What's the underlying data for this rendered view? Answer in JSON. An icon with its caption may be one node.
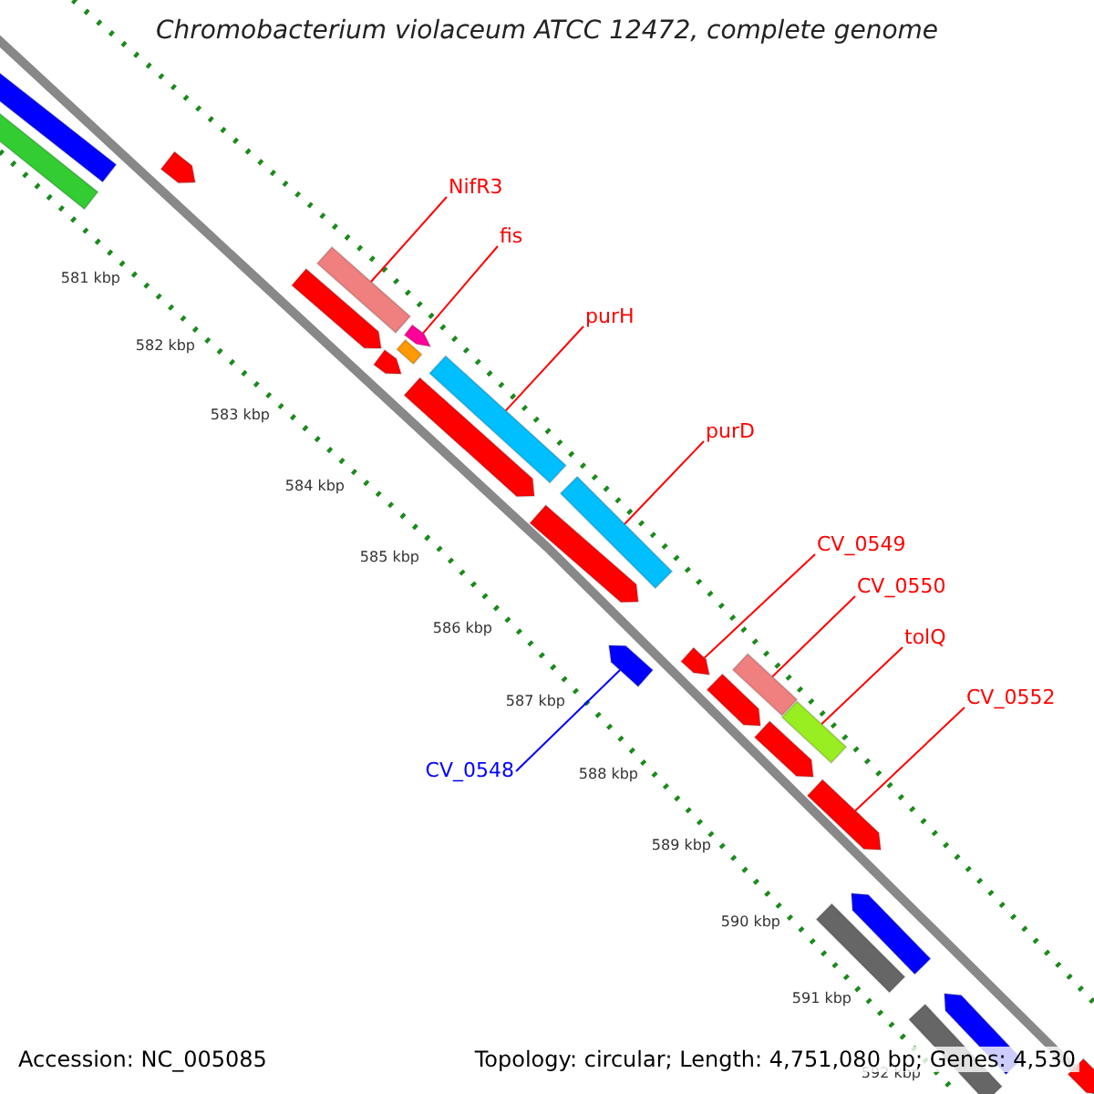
{
  "diagram": {
    "title": "Chromobacterium violaceum ATCC 12472, complete genome",
    "nodes": [
      {
        "text": [
          "NifR3"
        ]
      },
      {
        "text": [
          "fis"
        ]
      },
      {
        "text": [
          "purH"
        ]
      },
      {
        "text": [
          "purD"
        ]
      },
      {
        "text": [
          "CV_0549"
        ]
      },
      {
        "text": [
          "CV_0550"
        ]
      },
      {
        "text": [
          "tolQ"
        ]
      },
      {
        "text": [
          "CV_0552"
        ]
      },
      {
        "text": [
          "CV_0548"
        ]
      },
      {
        "text": [],
        "shape": "bar"
      },
      {
        "text": [],
        "shape": "bar"
      },
      {
        "text": [],
        "shape": "bar"
      },
      {
        "text": [],
        "shape": "bar"
      },
      {
        "text": [],
        "shape": "bar"
      },
      {
        "text": [],
        "shape": "bar"
      },
      {
        "text": [],
        "shape": "bar"
      },
      {
        "text": [],
        "shape": "bar"
      },
      {
        "text": [],
        "shape": "bar"
      },
      {
        "text": [],
        "shape": "bar"
      },
      {
        "text": [],
        "shape": "bar"
      },
      {
        "text": [],
        "shape": "bar"
      },
      {
        "text": [],
        "shape": "bar"
      },
      {
        "text": [],
        "shape": "bar"
      },
      {
        "text": [],
        "shape": "bar"
      },
      {
        "text": [],
        "shape": "bar"
      },
      {
        "text": [],
        "shape": "bar"
      },
      {
        "text": [],
        "shape": "bar"
      },
      {
        "text": [],
        "shape": "bar"
      },
      {
        "text": [],
        "shape": "bar"
      },
      {
        "text": [],
        "shape": "bar"
      },
      {
        "text": [],
        "shape": "bar"
      },
      {
        "text": [],
        "shape": "bar"
      },
      {
        "text": [],
        "shape": "bar"
      }
    ],
    "edges": [
      {
        "from": 0,
        "to": 12,
        "arrow": "none"
      },
      {
        "from": 1,
        "to": 14,
        "arrow": "none"
      },
      {
        "from": 2,
        "to": 17,
        "arrow": "none"
      },
      {
        "from": 3,
        "to": 19,
        "arrow": "none"
      },
      {
        "from": 4,
        "to": 22,
        "arrow": "none"
      },
      {
        "from": 5,
        "to": 23,
        "arrow": "none"
      },
      {
        "from": 6,
        "to": 25,
        "arrow": "none"
      },
      {
        "from": 7,
        "to": 27,
        "arrow": "none"
      },
      {
        "from": 8,
        "to": 21,
        "arrow": "none",
        "color": "#0000ff"
      }
    ],
    "labels": [
      "581 kbp",
      "582 kbp",
      "583 kbp",
      "584 kbp",
      "585 kbp",
      "586 kbp",
      "587 kbp",
      "588 kbp",
      "589 kbp",
      "590 kbp",
      "591 kbp",
      "592 kbp",
      "Accession: NC_005085",
      "Topology: circular; Length: 4,751,080 bp; Genes: 4,530"
    ]
  }
}
